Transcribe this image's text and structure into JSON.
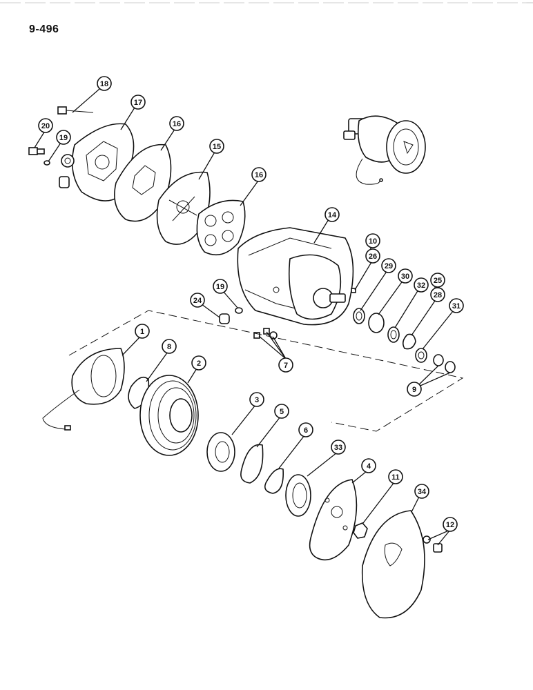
{
  "page": {
    "number": "9-496"
  },
  "callouts": [
    "18",
    "17",
    "20",
    "19",
    "16",
    "15",
    "16",
    "14",
    "10",
    "26",
    "29",
    "30",
    "32",
    "25",
    "28",
    "31",
    "19",
    "24",
    "7",
    "1",
    "8",
    "2",
    "9",
    "3",
    "5",
    "6",
    "33",
    "4",
    "11",
    "34",
    "12"
  ]
}
